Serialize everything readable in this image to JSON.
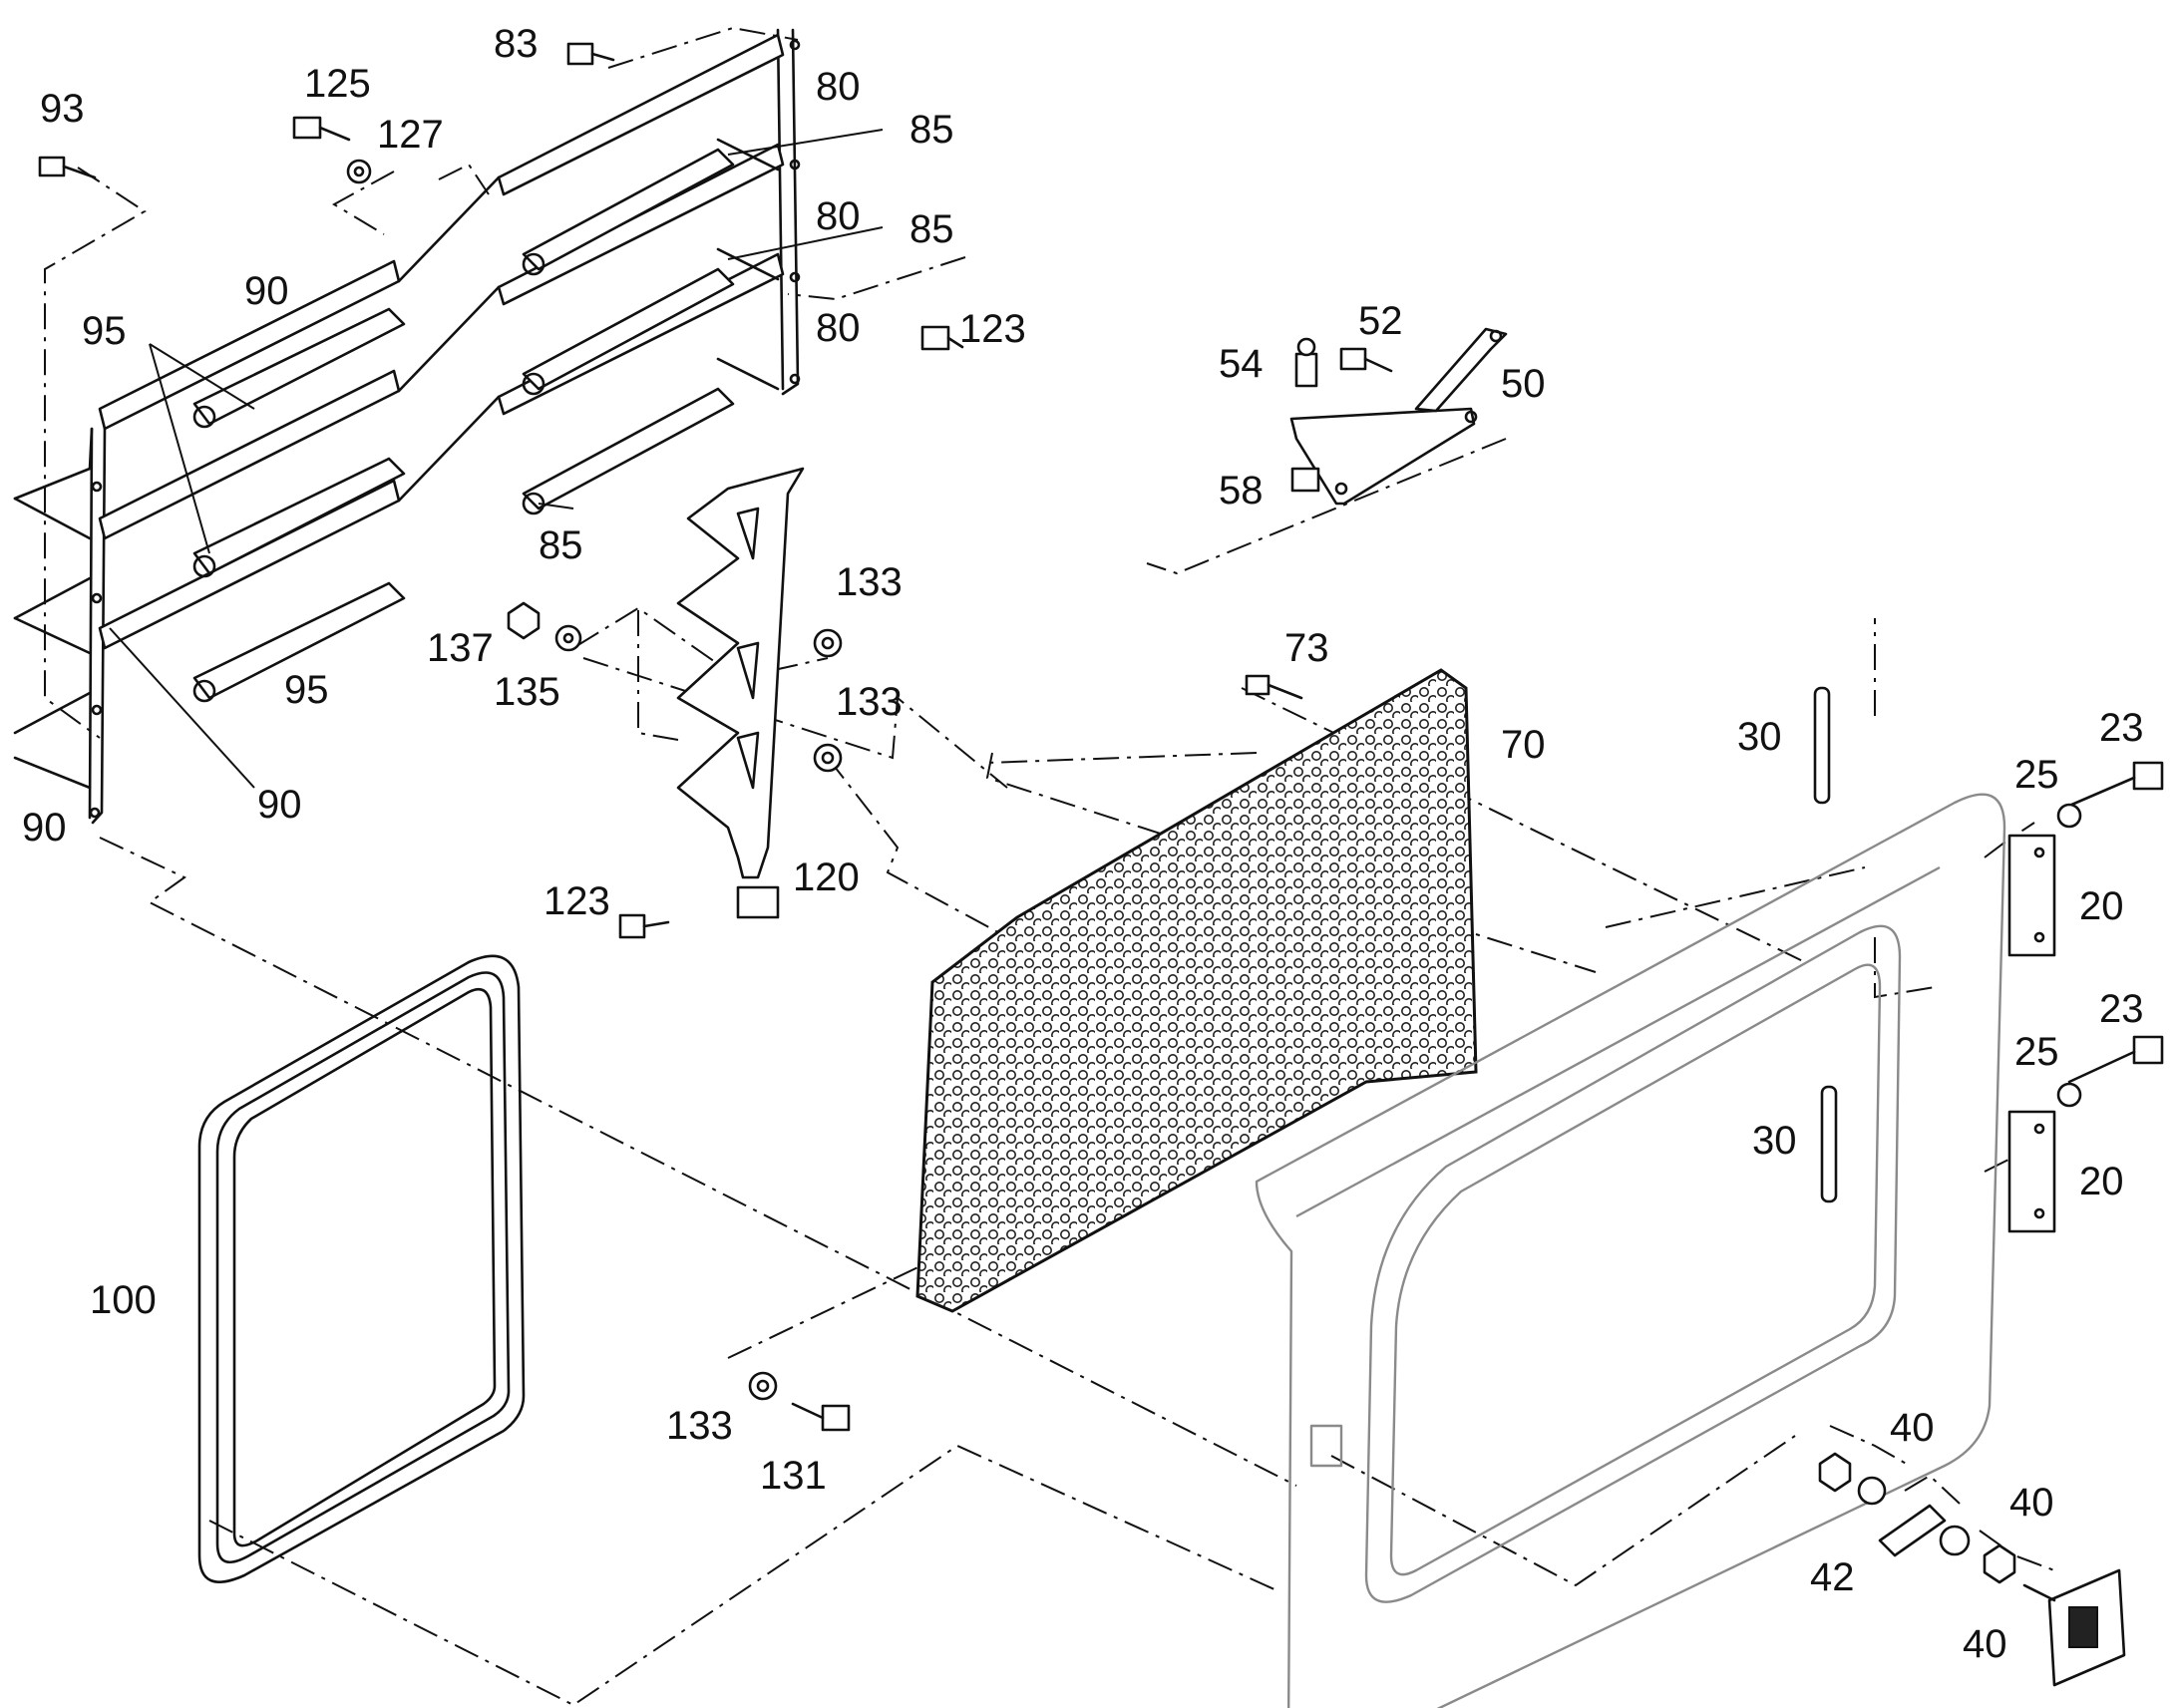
{
  "diagram": {
    "labels": [
      "93",
      "125",
      "127",
      "83",
      "80",
      "85",
      "80",
      "85",
      "80",
      "90",
      "95",
      "123",
      "54",
      "52",
      "50",
      "58",
      "85",
      "133",
      "137",
      "135",
      "95",
      "73",
      "133",
      "70",
      "30",
      "23",
      "25",
      "90",
      "90",
      "120",
      "123",
      "20",
      "23",
      "25",
      "30",
      "20",
      "100",
      "133",
      "131",
      "40",
      "40",
      "42",
      "40"
    ]
  }
}
